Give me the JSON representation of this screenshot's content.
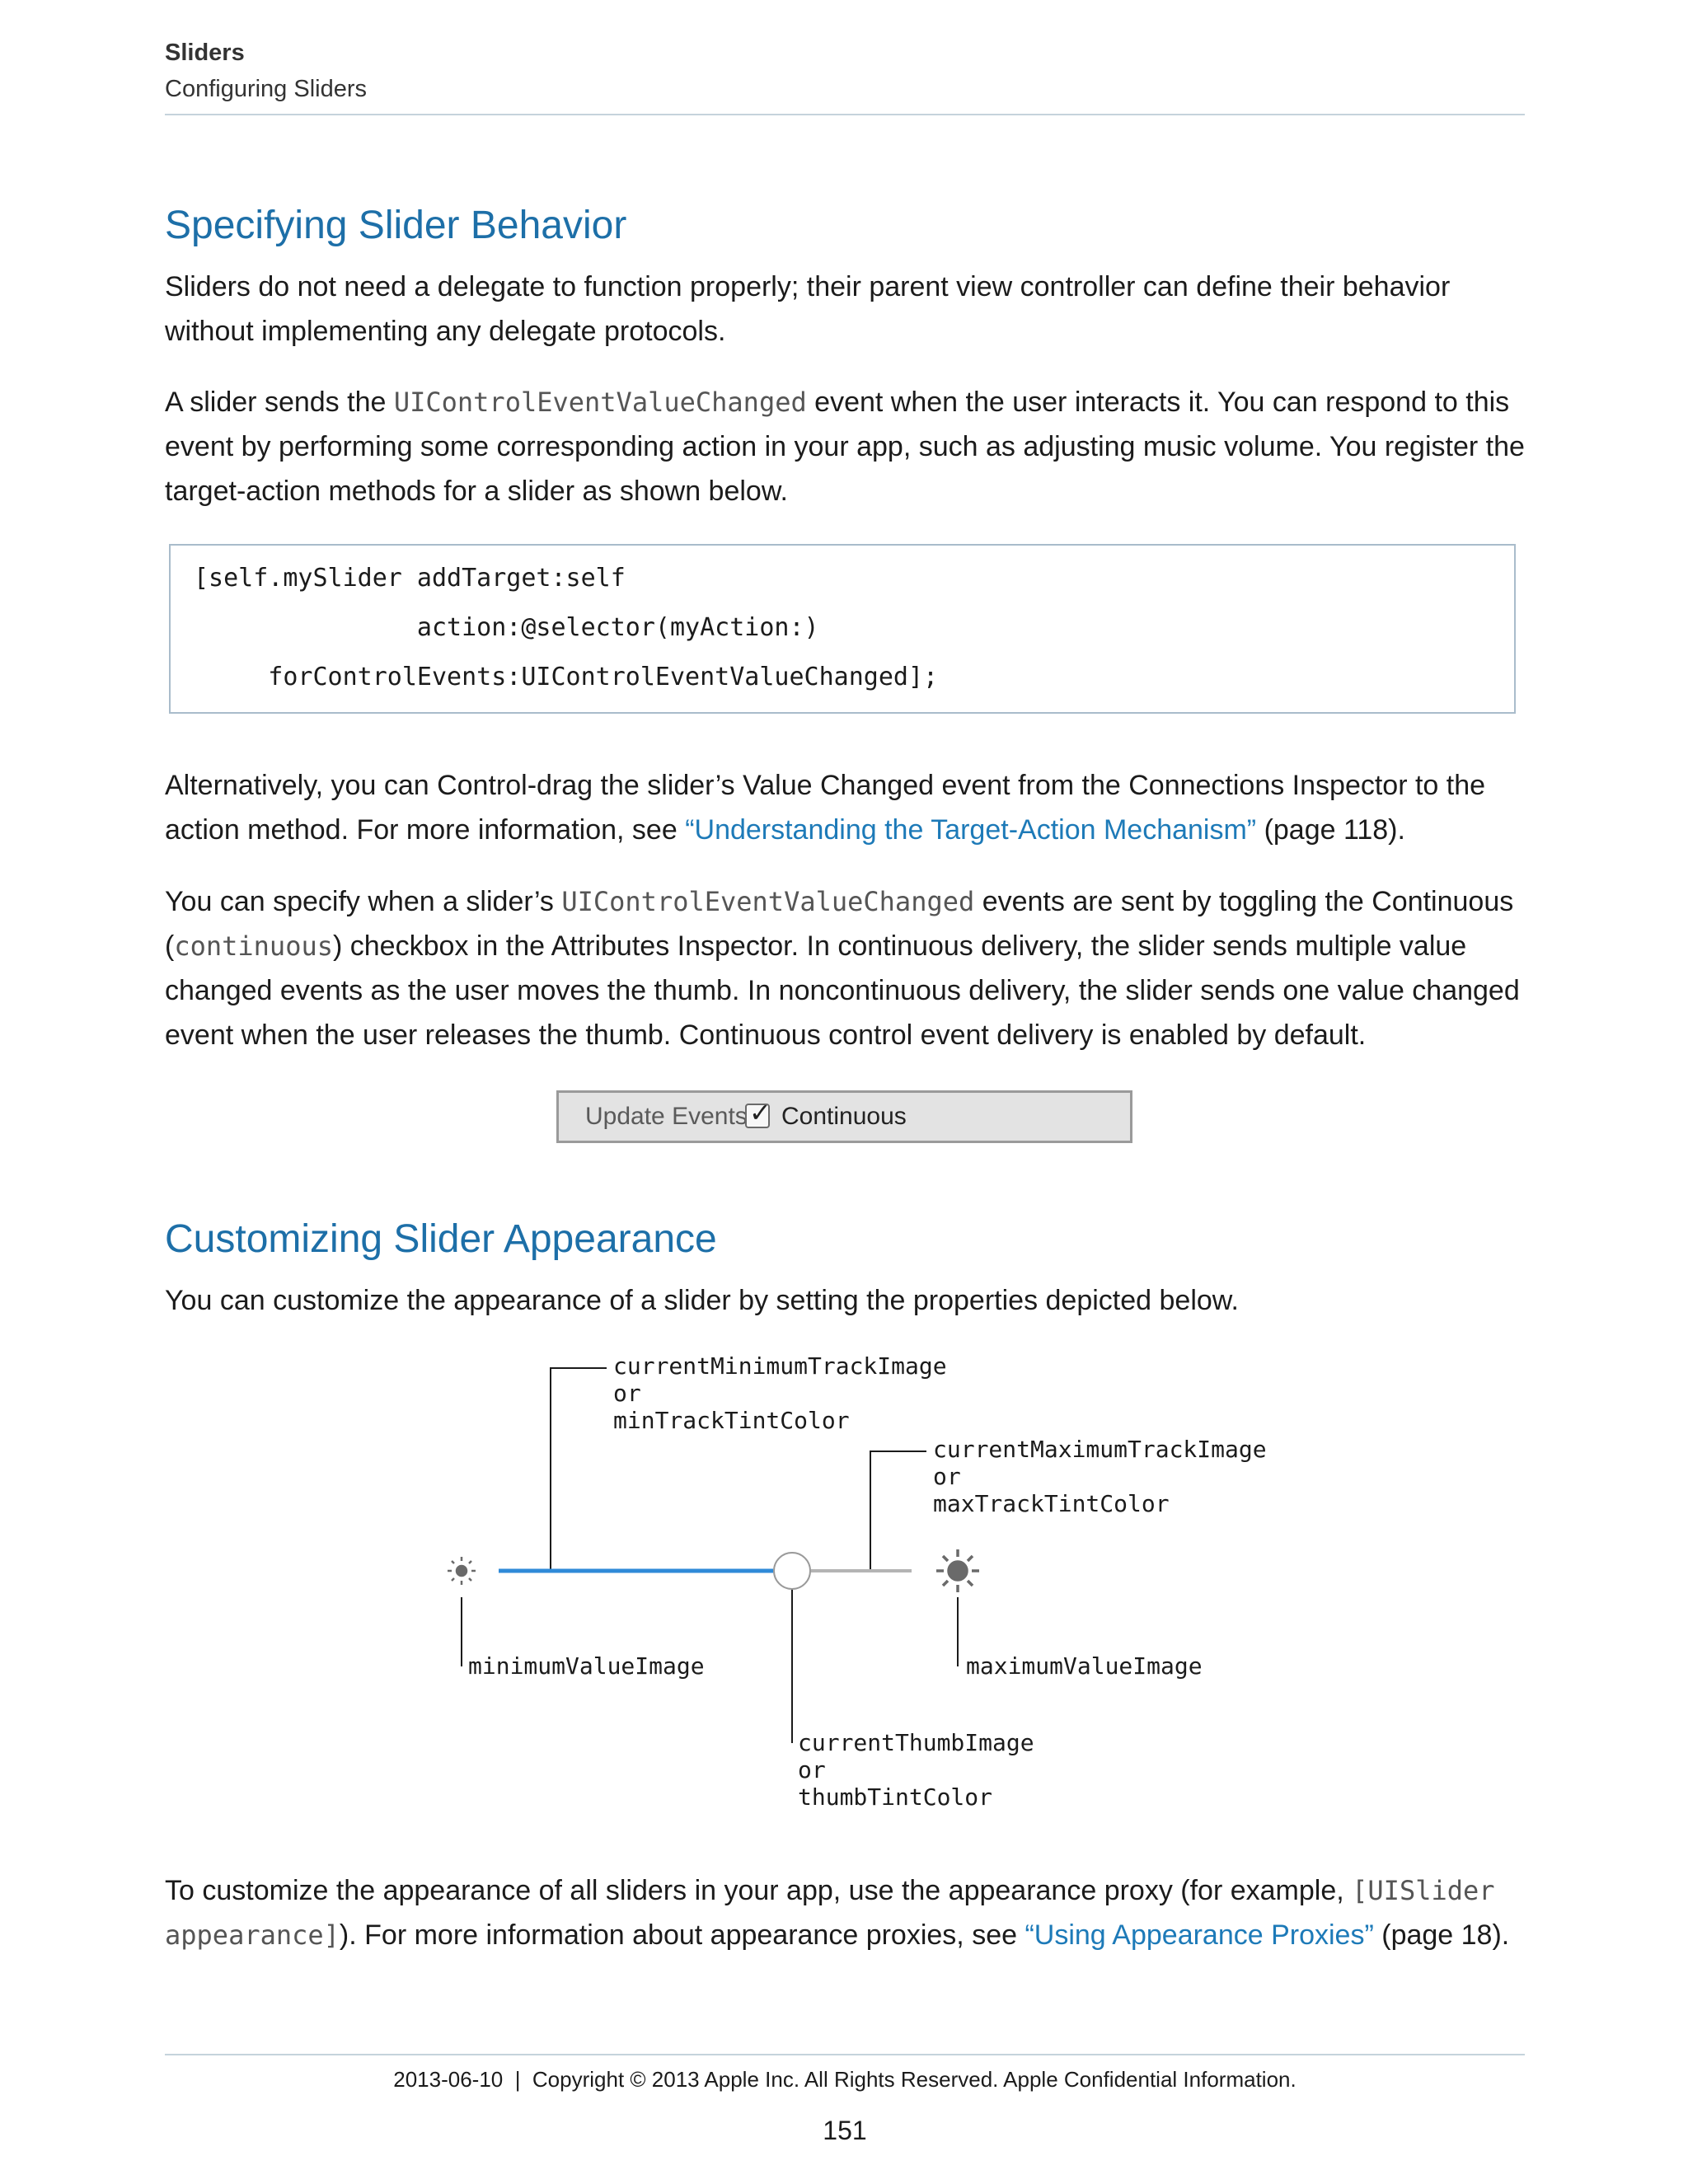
{
  "header": {
    "chapter": "Sliders",
    "section": "Configuring Sliders"
  },
  "section1": {
    "heading": "Specifying Slider Behavior",
    "para1": "Sliders do not need a delegate to function properly; their parent view controller can define their behavior without implementing any delegate protocols.",
    "para2": {
      "pre": "A slider sends the ",
      "code": "UIControlEventValueChanged",
      "post": " event when the user interacts it. You can respond to this event by performing some corresponding action in your app, such as adjusting music volume. You register the target-action methods for a slider as shown below."
    },
    "code_lines": [
      "[self.mySlider addTarget:self",
      "               action:@selector(myAction:)",
      "     forControlEvents:UIControlEventValueChanged];"
    ],
    "para3": {
      "pre": "Alternatively, you can Control-drag the slider’s Value Changed event from the Connections Inspector to the action method. For more information, see ",
      "link": "“Understanding the Target-Action Mechanism”",
      "post": " (page 118)."
    },
    "para4": {
      "pre": "You can specify when a slider’s ",
      "code1": "UIControlEventValueChanged",
      "mid1": " events are sent by toggling the Continuous (",
      "code2": "continuous",
      "post": ") checkbox in the Attributes Inspector. In continuous delivery, the slider sends multiple value changed events as the user moves the thumb. In noncontinuous delivery, the slider sends one value changed event when the user releases the thumb. Continuous control event delivery is enabled by default."
    },
    "update_events": {
      "label": "Update Events",
      "checkbox_value": "Continuous",
      "checked": true
    }
  },
  "section2": {
    "heading": "Customizing Slider Appearance",
    "intro": "You can customize the appearance of a slider by setting the properties depicted below.",
    "diagram": {
      "min_track_label": [
        "currentMinimumTrackImage",
        "or",
        "minTrackTintColor"
      ],
      "max_track_label": [
        "currentMaximumTrackImage",
        "or",
        "maxTrackTintColor"
      ],
      "min_value_label": "minimumValueImage",
      "max_value_label": "maximumValueImage",
      "thumb_label": [
        "currentThumbImage",
        "or",
        "thumbTintColor"
      ],
      "min_track_color": "#2f8ad8",
      "max_track_color": "#b4b4b4",
      "min_icon": "dim-sun-icon",
      "max_icon": "bright-sun-icon"
    },
    "para_final": {
      "pre": "To customize the appearance of all sliders in your app, use the appearance proxy (for example, ",
      "code": "[UISlider appearance]",
      "mid": "). For more information about appearance proxies, see ",
      "link": "“Using Appearance Proxies”",
      "post": " (page 18)."
    }
  },
  "footer": {
    "text": "2013-06-10  |  Copyright © 2013 Apple Inc. All Rights Reserved. Apple Confidential Information.",
    "page_number": "151"
  }
}
